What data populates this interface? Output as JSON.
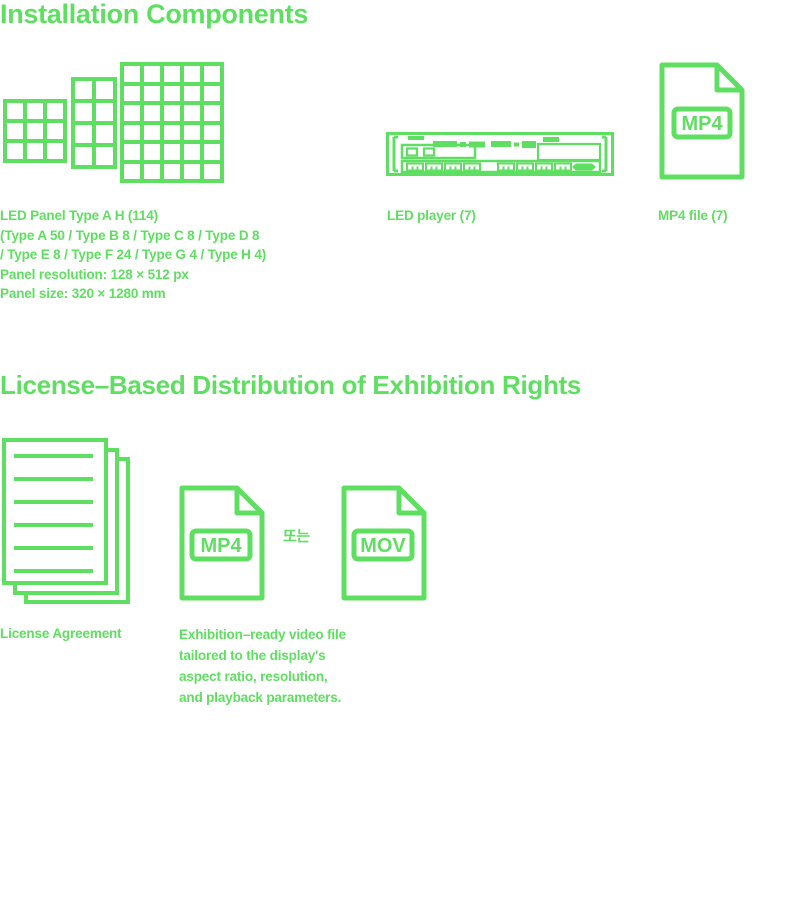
{
  "theme": {
    "accent": "#5FDF61",
    "background": "#ffffff"
  },
  "sections": [
    {
      "id": "installation-components",
      "title": "Installation Components",
      "items": [
        {
          "id": "led-panel",
          "icon": "led-panel-grid-icon",
          "caption_lines": [
            "LED Panel Type A    H (114)",
            "(Type A 50 / Type B 8 / Type C 8 / Type D 8",
            "/ Type E 8 / Type F 24 / Type G 4 / Type H 4)",
            "Panel resolution: 128 × 512 px",
            "Panel size: 320 × 1280 mm"
          ],
          "grids": [
            {
              "name": "panel-grid-small",
              "cols": 3,
              "rows": 3
            },
            {
              "name": "panel-grid-medium",
              "cols": 2,
              "rows": 4
            },
            {
              "name": "panel-grid-large",
              "cols": 5,
              "rows": 6
            }
          ]
        },
        {
          "id": "led-player",
          "icon": "led-player-rack-icon",
          "caption_lines": [
            "LED player (7)"
          ]
        },
        {
          "id": "mp4-file",
          "icon": "mp4-file-icon",
          "file_label": "MP4",
          "caption_lines": [
            "MP4 file (7)"
          ]
        }
      ]
    },
    {
      "id": "license-based-distribution",
      "title": "License–Based Distribution of Exhibition Rights",
      "items": [
        {
          "id": "license-agreement",
          "icon": "document-stack-icon",
          "caption_lines": [
            "License Agreement"
          ],
          "document_line_count": 6,
          "document_sheet_count": 3
        },
        {
          "id": "exhibition-video-file",
          "icon": "video-file-icon",
          "file_label_primary": "MP4",
          "file_label_secondary": "MOV",
          "connector_text": "또는",
          "caption_lines": [
            "Exhibition–ready video file",
            "tailored to the display's",
            "aspect ratio, resolution,",
            "and playback parameters."
          ]
        }
      ]
    }
  ]
}
